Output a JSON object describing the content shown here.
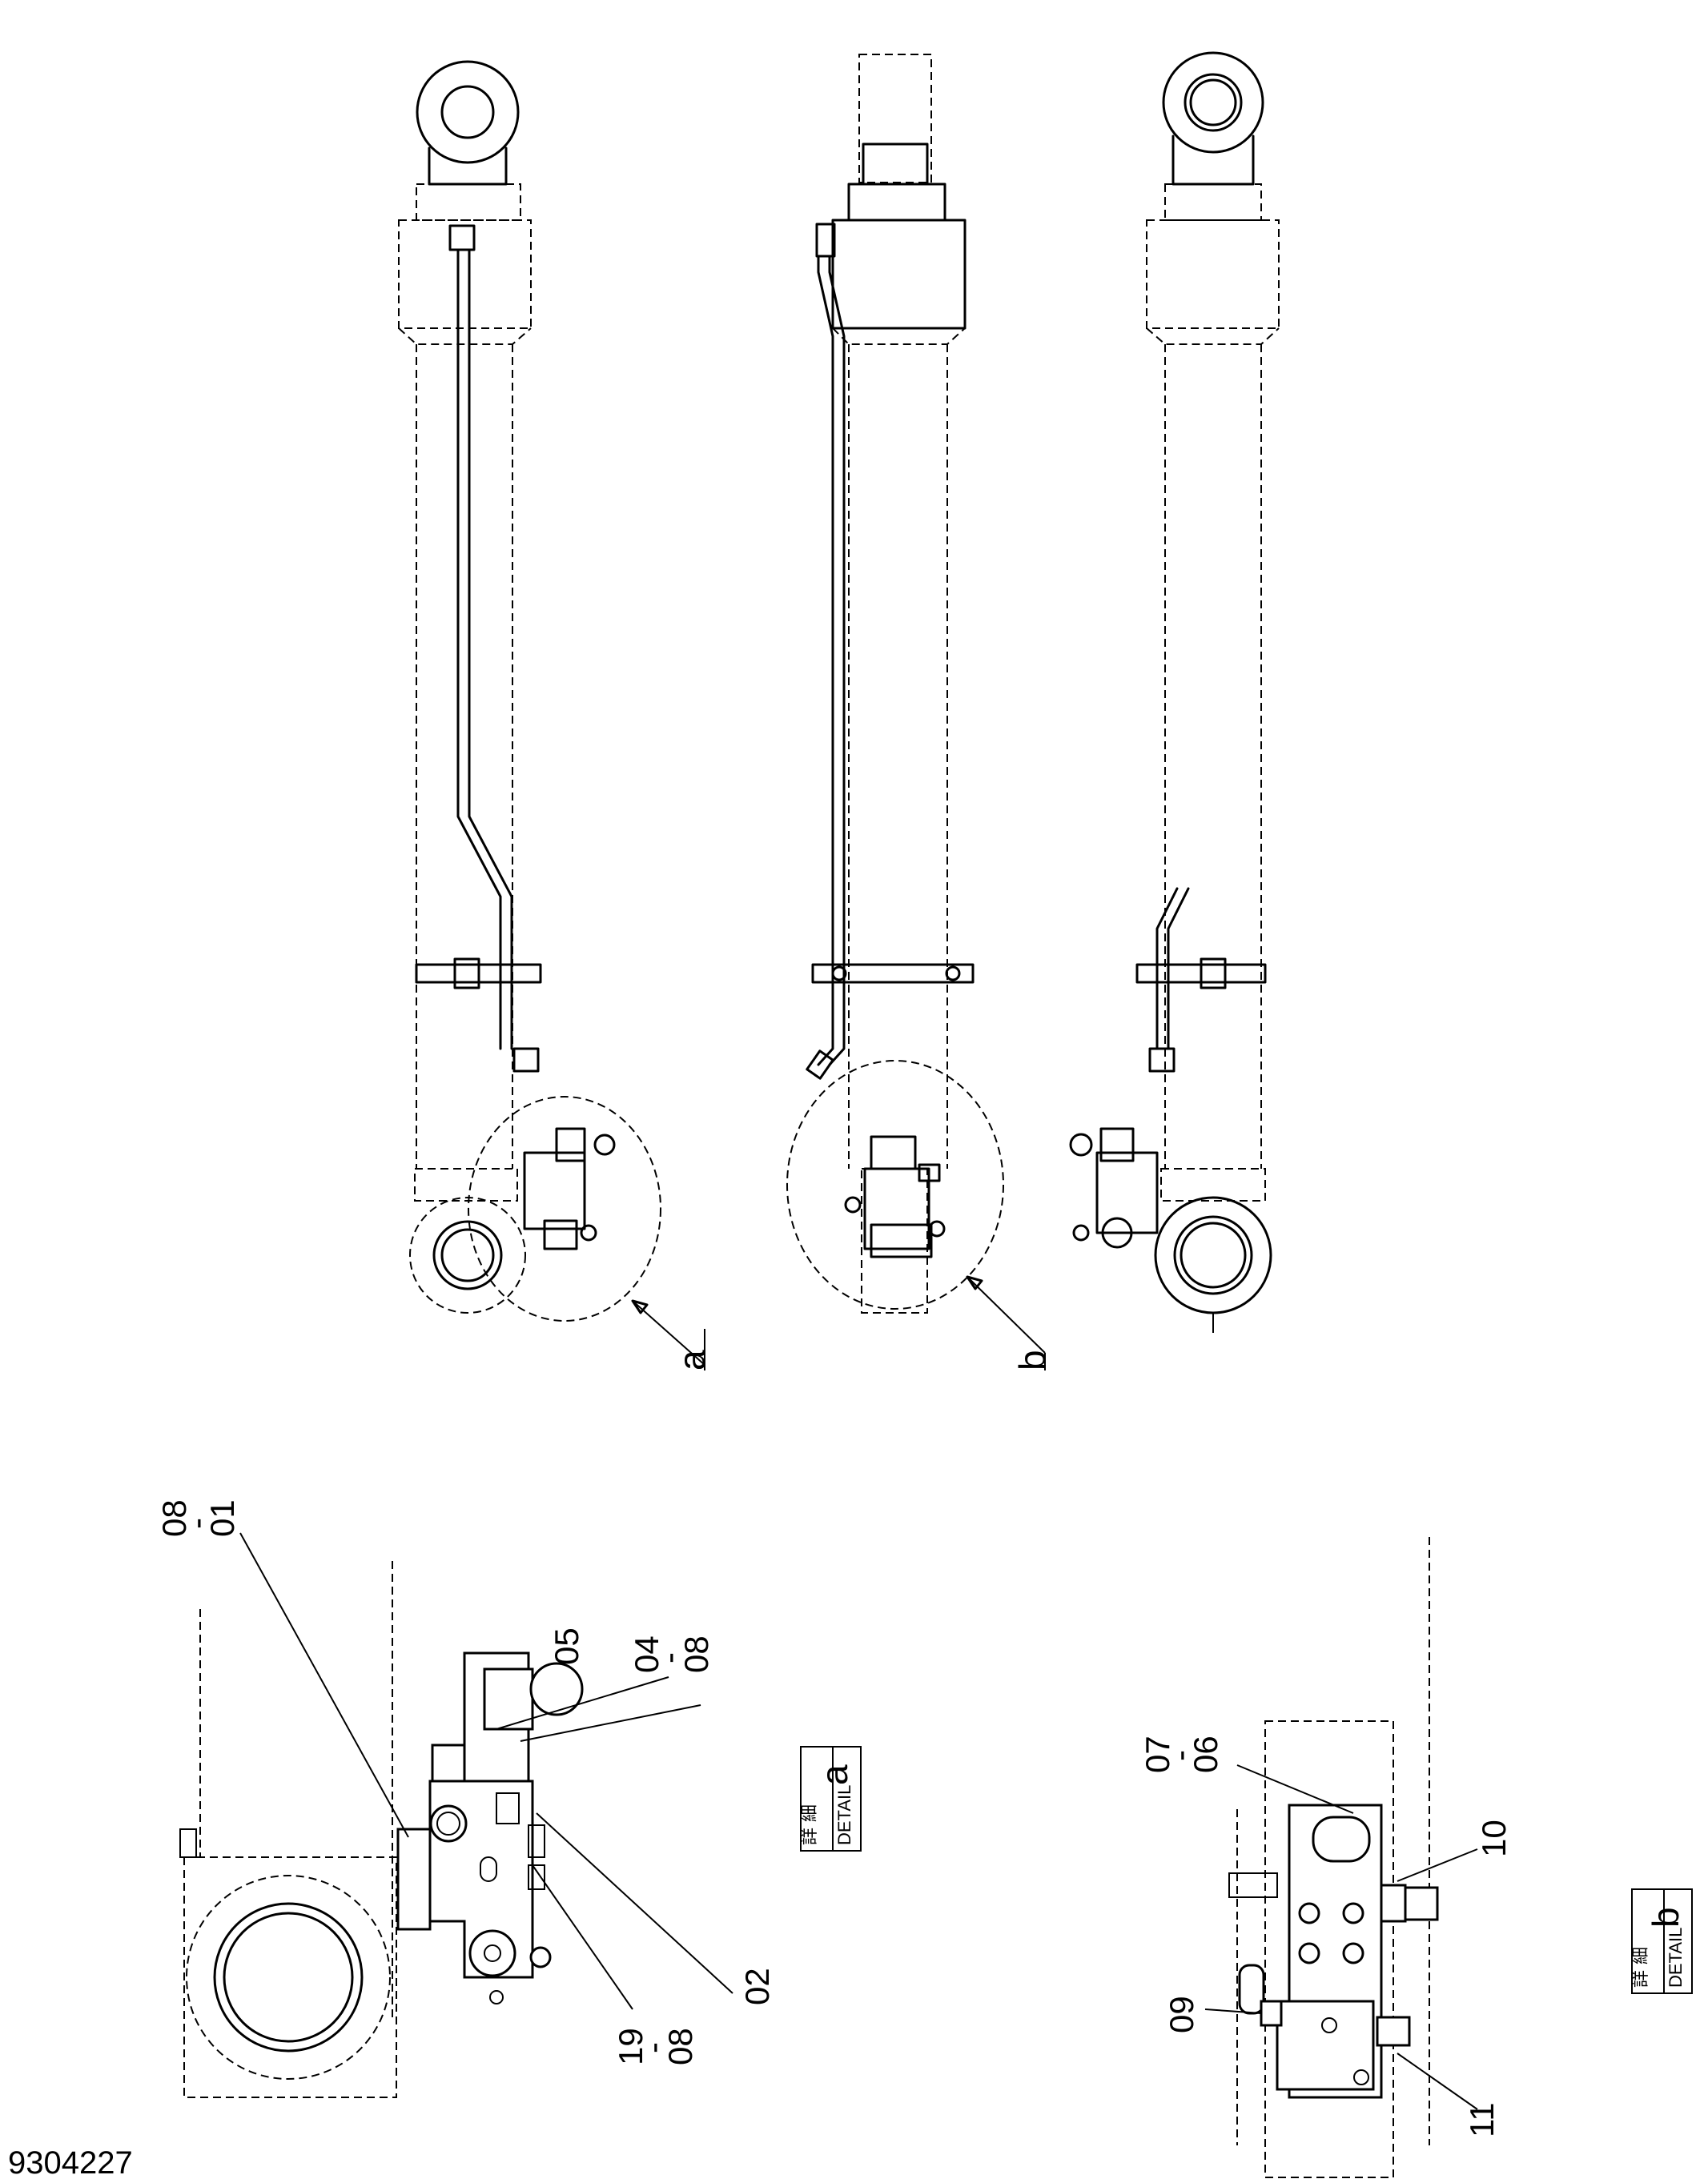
{
  "drawing_number": "9304227",
  "detail_a": {
    "kanji": "詳 細",
    "word": "DETAIL",
    "letter": "a"
  },
  "detail_b": {
    "kanji": "詳 細",
    "word": "DETAIL",
    "letter": "b"
  },
  "callouts": {
    "a": "a",
    "b": "b"
  },
  "parts_a": {
    "p08_01_top": "08",
    "p08_01_dash": "-",
    "p08_01_bot": "01",
    "p05": "05",
    "p04_08_top": "04",
    "p04_08_dash": "-",
    "p04_08_bot": "08",
    "p02": "02",
    "p19_08_top": "19",
    "p19_08_dash": "-",
    "p19_08_bot": "08"
  },
  "parts_b": {
    "p07_06_top": "07",
    "p07_06_dash": "-",
    "p07_06_bot": "06",
    "p10": "10",
    "p09": "09",
    "p11": "11"
  }
}
